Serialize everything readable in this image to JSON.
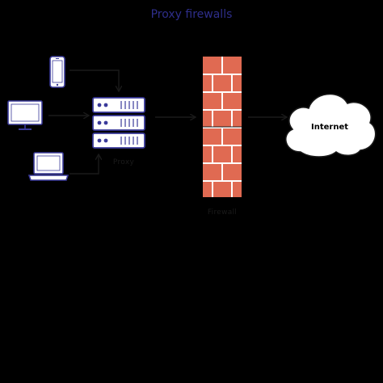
{
  "diagram": {
    "title": "Proxy firewalls",
    "nodes": {
      "phone": {
        "icon": "smartphone-icon"
      },
      "desktop": {
        "icon": "desktop-monitor-icon"
      },
      "laptop": {
        "icon": "laptop-icon"
      },
      "proxy": {
        "label": "Proxy",
        "icon": "server-stack-icon"
      },
      "firewall": {
        "label": "Firewall",
        "icon": "brick-wall-icon"
      },
      "internet": {
        "label": "Internet",
        "icon": "cloud-icon"
      }
    },
    "colors": {
      "background": "#000000",
      "title": "#2e2e8a",
      "device_outline": "#3a3a9a",
      "brick": "#e06a52",
      "mortar": "#ffffff",
      "cloud_fill": "#ffffff",
      "arrows": "#1a1a1a"
    }
  }
}
